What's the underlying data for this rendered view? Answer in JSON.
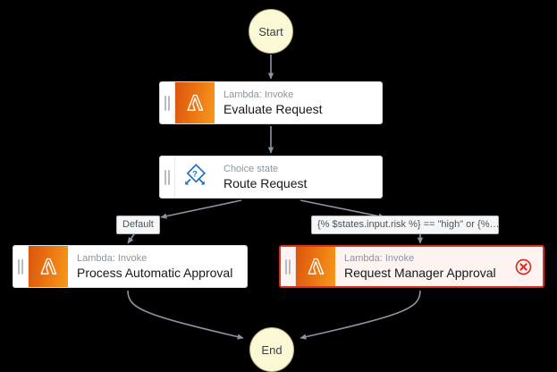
{
  "canvas": {
    "background": "#000000",
    "edge_color": "#8b95a1"
  },
  "graph": {
    "start": {
      "label": "Start"
    },
    "end": {
      "label": "End"
    },
    "nodes": [
      {
        "id": "evaluate-request",
        "kind": "Lambda: Invoke",
        "title": "Evaluate Request",
        "icon": "lambda-icon",
        "state": "normal"
      },
      {
        "id": "route-request",
        "kind": "Choice state",
        "title": "Route Request",
        "icon": "choice-state-icon",
        "state": "normal"
      },
      {
        "id": "process-automatic-approval",
        "kind": "Lambda: Invoke",
        "title": "Process Automatic Approval",
        "icon": "lambda-icon",
        "state": "normal"
      },
      {
        "id": "request-manager-approval",
        "kind": "Lambda: Invoke",
        "title": "Request Manager Approval",
        "icon": "lambda-icon",
        "state": "error",
        "badge": "error-icon",
        "badge_color": "#d93025"
      }
    ],
    "edge_labels": [
      {
        "id": "default-branch",
        "text": "Default"
      },
      {
        "id": "risk-condition-branch",
        "text": "{% $states.input.risk %} == \"high\" or {%…"
      }
    ]
  }
}
